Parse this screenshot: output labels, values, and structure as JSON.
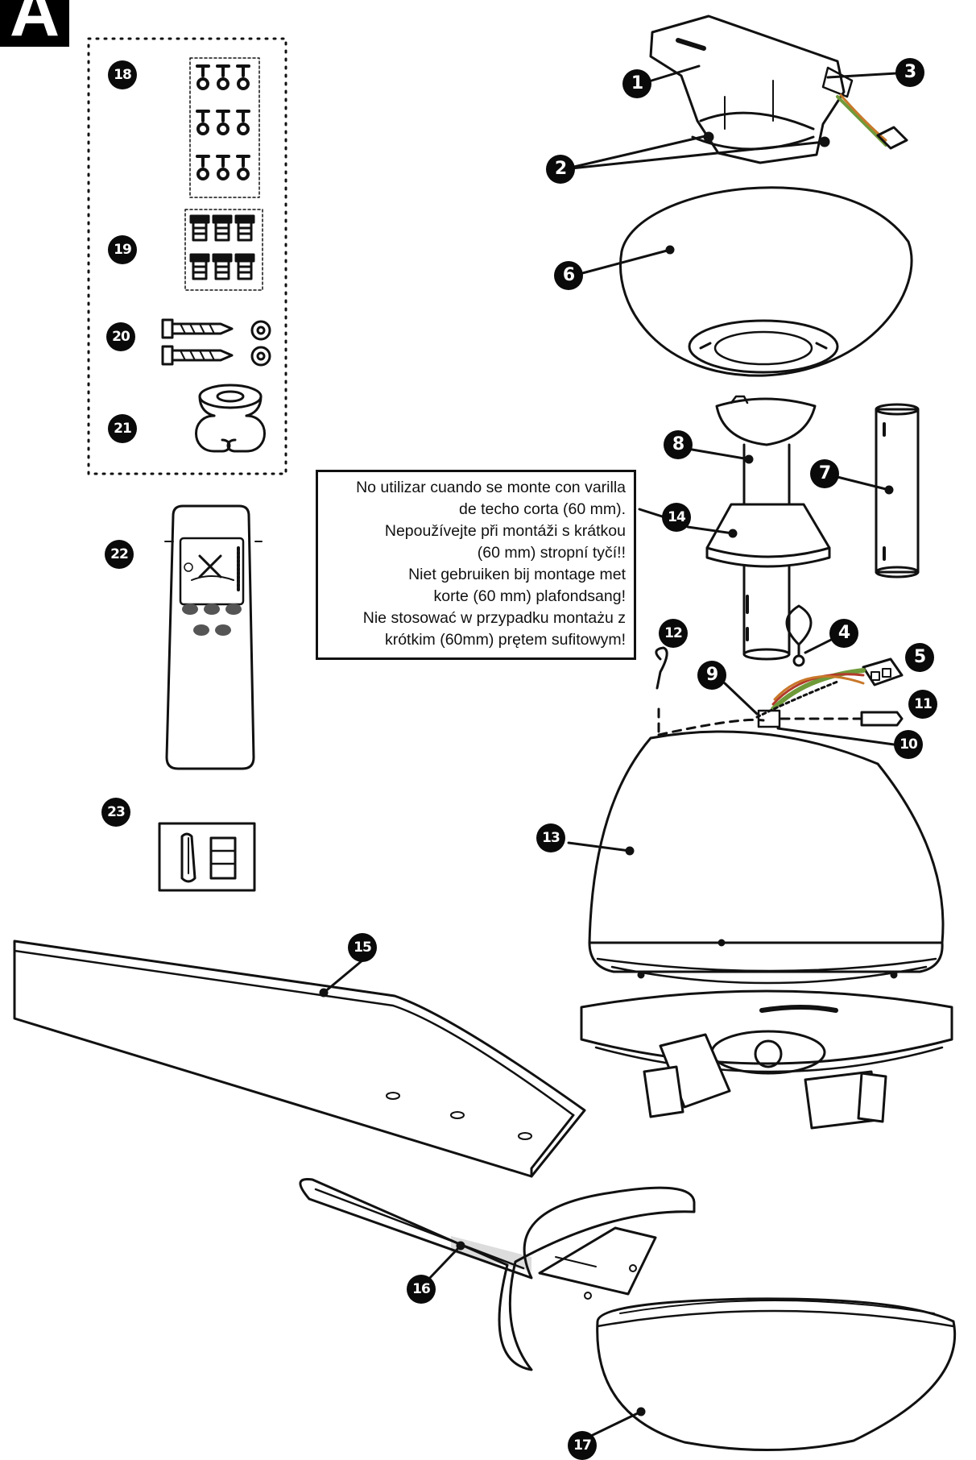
{
  "page": {
    "section_letter": "A"
  },
  "notice": {
    "lines": [
      "No utilizar cuando se monte con varilla",
      "de techo corta (60 mm).",
      "Nepoužívejte při montáži s krátkou",
      "(60 mm) stropní tyčí!!",
      "Niet gebruiken bij montage met",
      "korte (60 mm) plafondsang!",
      "Nie stosować w przypadku montażu z",
      "krótkim (60mm) prętem sufitowym!"
    ]
  },
  "callouts": {
    "c1": "1",
    "c2": "2",
    "c3": "3",
    "c4": "4",
    "c5": "5",
    "c6": "6",
    "c7": "7",
    "c8": "8",
    "c9": "9",
    "c10": "10",
    "c11": "11",
    "c12": "12",
    "c13": "13",
    "c14": "14",
    "c15": "15",
    "c16": "16",
    "c17": "17",
    "c18": "18",
    "c19": "19",
    "c20": "20",
    "c21": "21",
    "c22": "22",
    "c23": "23"
  },
  "colors": {
    "ink": "#111111",
    "wire_green": "#6f9a3a",
    "wire_orange": "#c8782a",
    "wire_red": "#b23a2a"
  }
}
